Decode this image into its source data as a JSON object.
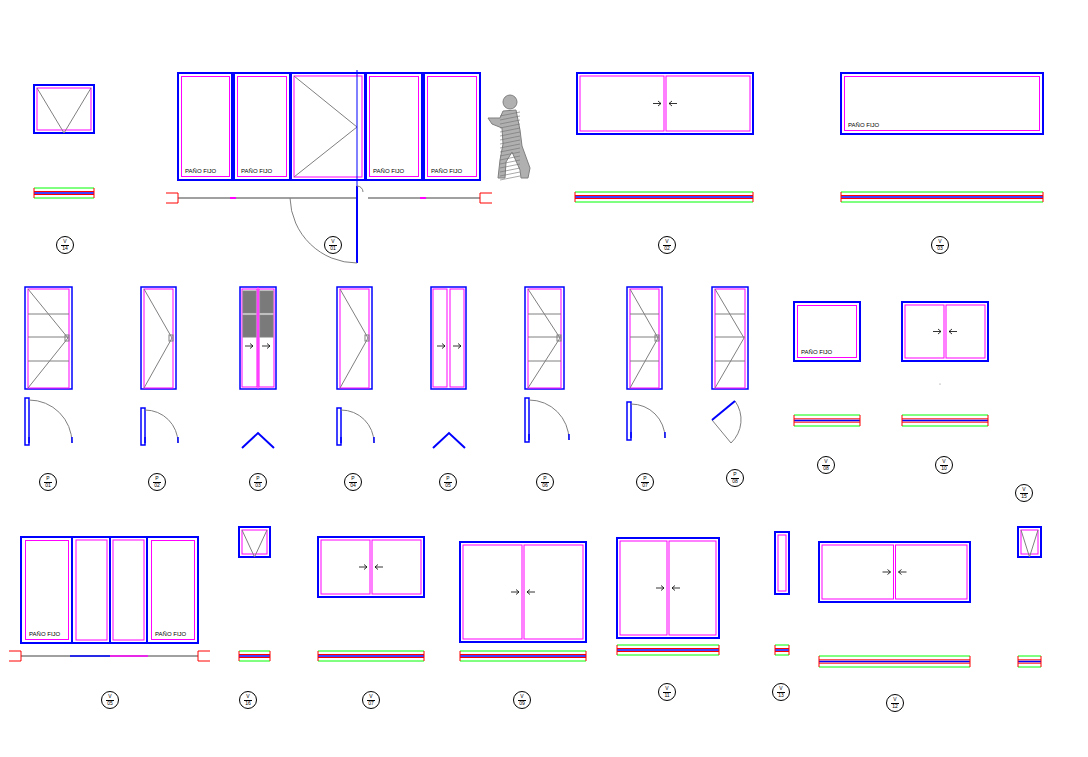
{
  "diagram": {
    "nodes": [
      {
        "text": [
          "V",
          "14"
        ]
      },
      {
        "text": [
          "PAÑO FIJO"
        ]
      },
      {
        "text": [
          "PAÑO FIJO"
        ]
      },
      {
        "text": [
          "PAÑO FIJO"
        ]
      },
      {
        "text": [
          "PAÑO FIJO"
        ]
      },
      {
        "text": [
          "V",
          "01"
        ]
      },
      {
        "text": [
          "V",
          "02"
        ]
      },
      {
        "text": [
          "PAÑO FIJO"
        ]
      },
      {
        "text": [
          "V",
          "03"
        ]
      },
      {
        "text": [
          "P",
          "01"
        ]
      },
      {
        "text": [
          "P",
          "02"
        ]
      },
      {
        "text": [
          "P",
          "03"
        ]
      },
      {
        "text": [
          "P",
          "04"
        ]
      },
      {
        "text": [
          "P",
          "05"
        ]
      },
      {
        "text": [
          "P",
          "06"
        ]
      },
      {
        "text": [
          "P",
          "07"
        ]
      },
      {
        "text": [
          "P",
          "08"
        ]
      },
      {
        "text": [
          "PAÑO FIJO"
        ]
      },
      {
        "text": [
          "V",
          "08"
        ]
      },
      {
        "text": [
          "V",
          "10"
        ]
      },
      {
        "text": [
          "V",
          "15"
        ]
      },
      {
        "text": [
          "PAÑO FIJO"
        ]
      },
      {
        "text": [
          "PAÑO FIJO"
        ]
      },
      {
        "text": [
          "V",
          "05"
        ]
      },
      {
        "text": [
          "V",
          "16"
        ]
      },
      {
        "text": [
          "V",
          "07"
        ]
      },
      {
        "text": [
          "V",
          "09"
        ]
      },
      {
        "text": [
          "V",
          "11"
        ]
      },
      {
        "text": [
          "V",
          "13"
        ]
      },
      {
        "text": [
          "V",
          "12"
        ]
      }
    ]
  }
}
